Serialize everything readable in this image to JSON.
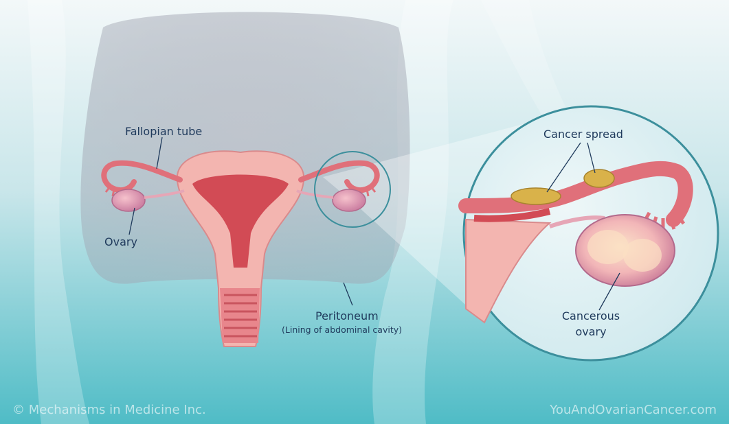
{
  "labels": {
    "fallopian_tube": "Fallopian tube",
    "ovary": "Ovary",
    "peritoneum": "Peritoneum",
    "peritoneum_note": "(Lining of abdominal cavity)",
    "cancer_spread": "Cancer spread",
    "cancerous_ovary_line1": "Cancerous",
    "cancerous_ovary_line2": "ovary"
  },
  "footer": {
    "copyright": "© Mechanisms in Medicine Inc.",
    "website": "YouAndOvarianCancer.com"
  },
  "colors": {
    "background_top": "#eef6f8",
    "background_bottom": "#4fbcc6",
    "tissue_pink": "#f3b5b0",
    "tissue_red": "#d24b55",
    "cancer_gold": "#d9b24a",
    "label_navy": "#1f3a5c"
  }
}
